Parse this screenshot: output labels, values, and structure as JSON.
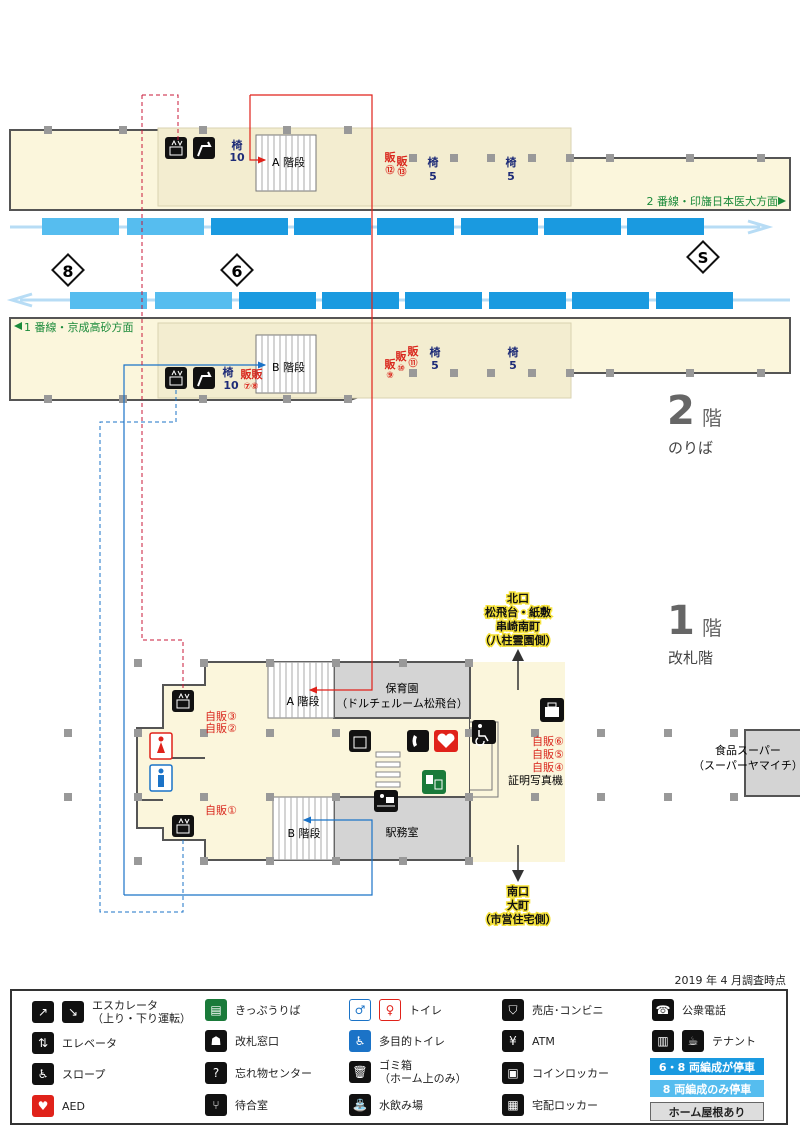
{
  "survey_note": "2019 年 4 月調査時点",
  "floor2": {
    "num": "2",
    "kai": "階",
    "sub": "のりば"
  },
  "floor1": {
    "num": "1",
    "kai": "階",
    "sub": "改札階"
  },
  "platform": {
    "line2_label": "2 番線・印旛日本医大方面",
    "line1_label": "1 番線・京成高砂方面",
    "marker_8": "8",
    "marker_6": "6",
    "marker_s": "S",
    "stairs_a": "A 階段",
    "stairs_b": "B 階段",
    "bench": "椅",
    "bench_10": "10",
    "bench_5": "5",
    "vending": "販",
    "vm12": "⑫",
    "vm13": "⑬",
    "vm9": "⑨",
    "vm10": "⑩",
    "vm11": "⑪",
    "vm78": "⑦⑧"
  },
  "concourse": {
    "stairs_a": "A 階段",
    "stairs_b": "B 階段",
    "nursery_1": "保育園",
    "nursery_2": "（ドルチェルーム松飛台）",
    "station_office": "駅務室",
    "vm_3": "自販③",
    "vm_2": "自販②",
    "vm_1": "自販①",
    "vm_6": "自販⑥",
    "vm_5": "自販⑤",
    "vm_4": "自販④",
    "photo_booth": "証明写真機",
    "north_exit": [
      "北口",
      "松飛台・紙敷",
      "串崎南町",
      "（八柱霊園側）"
    ],
    "south_exit": [
      "南口",
      "大町",
      "（市営住宅側）"
    ],
    "supermarket_1": "食品スーパー",
    "supermarket_2": "（スーパーヤマイチ）"
  },
  "legend": {
    "escalator": [
      "エスカレータ",
      "（上り・下り運転）"
    ],
    "elevator": "エレベータ",
    "slope": "スロープ",
    "aed": "AED",
    "ticket": "きっぷうりば",
    "gate_window": "改札窓口",
    "lost_found": "忘れ物センター",
    "waiting": "待合室",
    "toilet": "トイレ",
    "multi_toilet": "多目的トイレ",
    "trash": [
      "ゴミ箱",
      "（ホーム上のみ）"
    ],
    "water": "水飲み場",
    "shop": "売店･コンビニ",
    "atm": "ATM",
    "coin_locker": "コインロッカー",
    "delivery_locker": "宅配ロッカー",
    "phone": "公衆電話",
    "tenant": "テナント",
    "bar_68": "6・8 両編成が停車",
    "bar_8": "8 両編成のみ停車",
    "bar_roof": "ホーム屋根あり"
  },
  "colors": {
    "platform": "#fbf6dc",
    "roof": "#f3edd0",
    "track_dark": "#1a9ae0",
    "track_light": "#56bdef",
    "red_text": "#d9261c",
    "navy_text": "#1e2c78",
    "green_text": "#1a8a3a"
  }
}
